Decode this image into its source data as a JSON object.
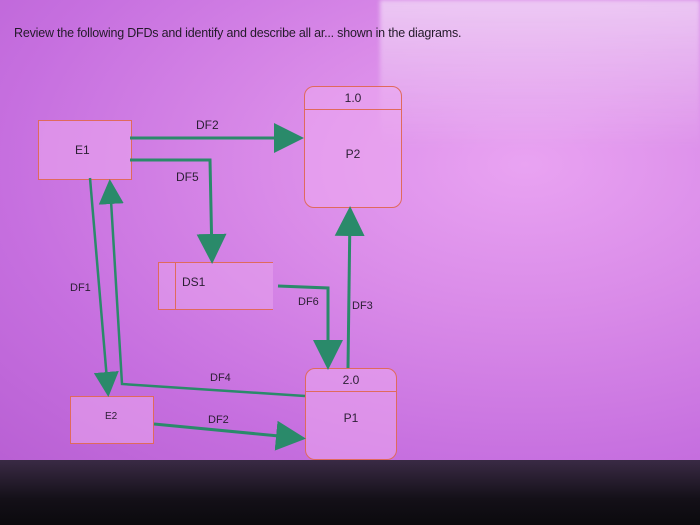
{
  "heading": "Review the following DFDs and identify and describe all ar... shown in the diagrams.",
  "entities": {
    "e1": "E1",
    "e2": "E2"
  },
  "processes": {
    "p2": {
      "id": "1.0",
      "name": "P2"
    },
    "p1": {
      "id": "2.0",
      "name": "P1"
    }
  },
  "datastore": {
    "name": "DS1"
  },
  "flows": {
    "df2_top": "DF2",
    "df5": "DF5",
    "df1": "DF1",
    "df6": "DF6",
    "df3": "DF3",
    "df4": "DF4",
    "df2_bottom": "DF2"
  },
  "colors": {
    "arrow": "#2a8a6a",
    "border": "#e06a5c",
    "screen": "#d98ae8"
  }
}
